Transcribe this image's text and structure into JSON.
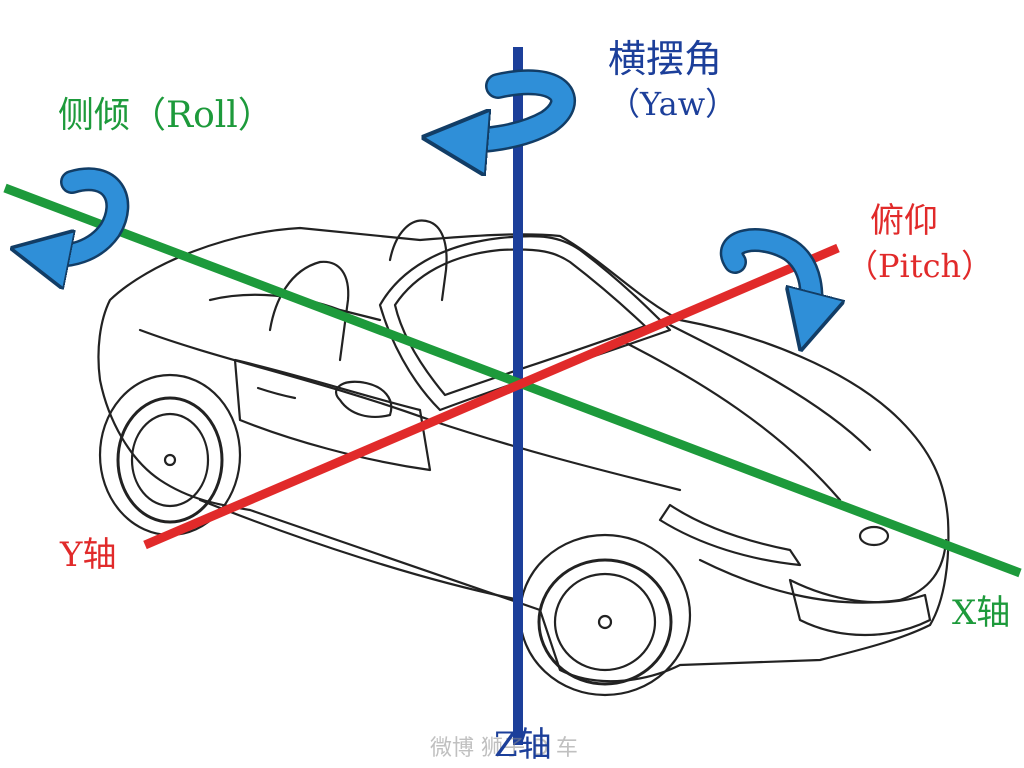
{
  "colors": {
    "roll": "#1d9a3b",
    "yaw": "#1c3f9a",
    "pitch": "#e12a2a",
    "rotation_arrow": "#2f8fd8",
    "line_art": "#222222"
  },
  "labels": {
    "roll": "侧倾（Roll）",
    "yaw_title": "横摆角",
    "yaw_sub": "（Yaw）",
    "pitch_title": "俯仰",
    "pitch_sub": "（Pitch）",
    "y_axis": "Y轴",
    "x_axis": "X轴",
    "z_axis": "Z轴"
  },
  "icons": {
    "roll_arrow": "rotation-arrow-icon",
    "yaw_arrow": "rotation-arrow-icon",
    "pitch_arrow": "rotation-arrow-icon",
    "car": "roadster-line-art"
  },
  "watermark": "微博 狮子 D 车"
}
